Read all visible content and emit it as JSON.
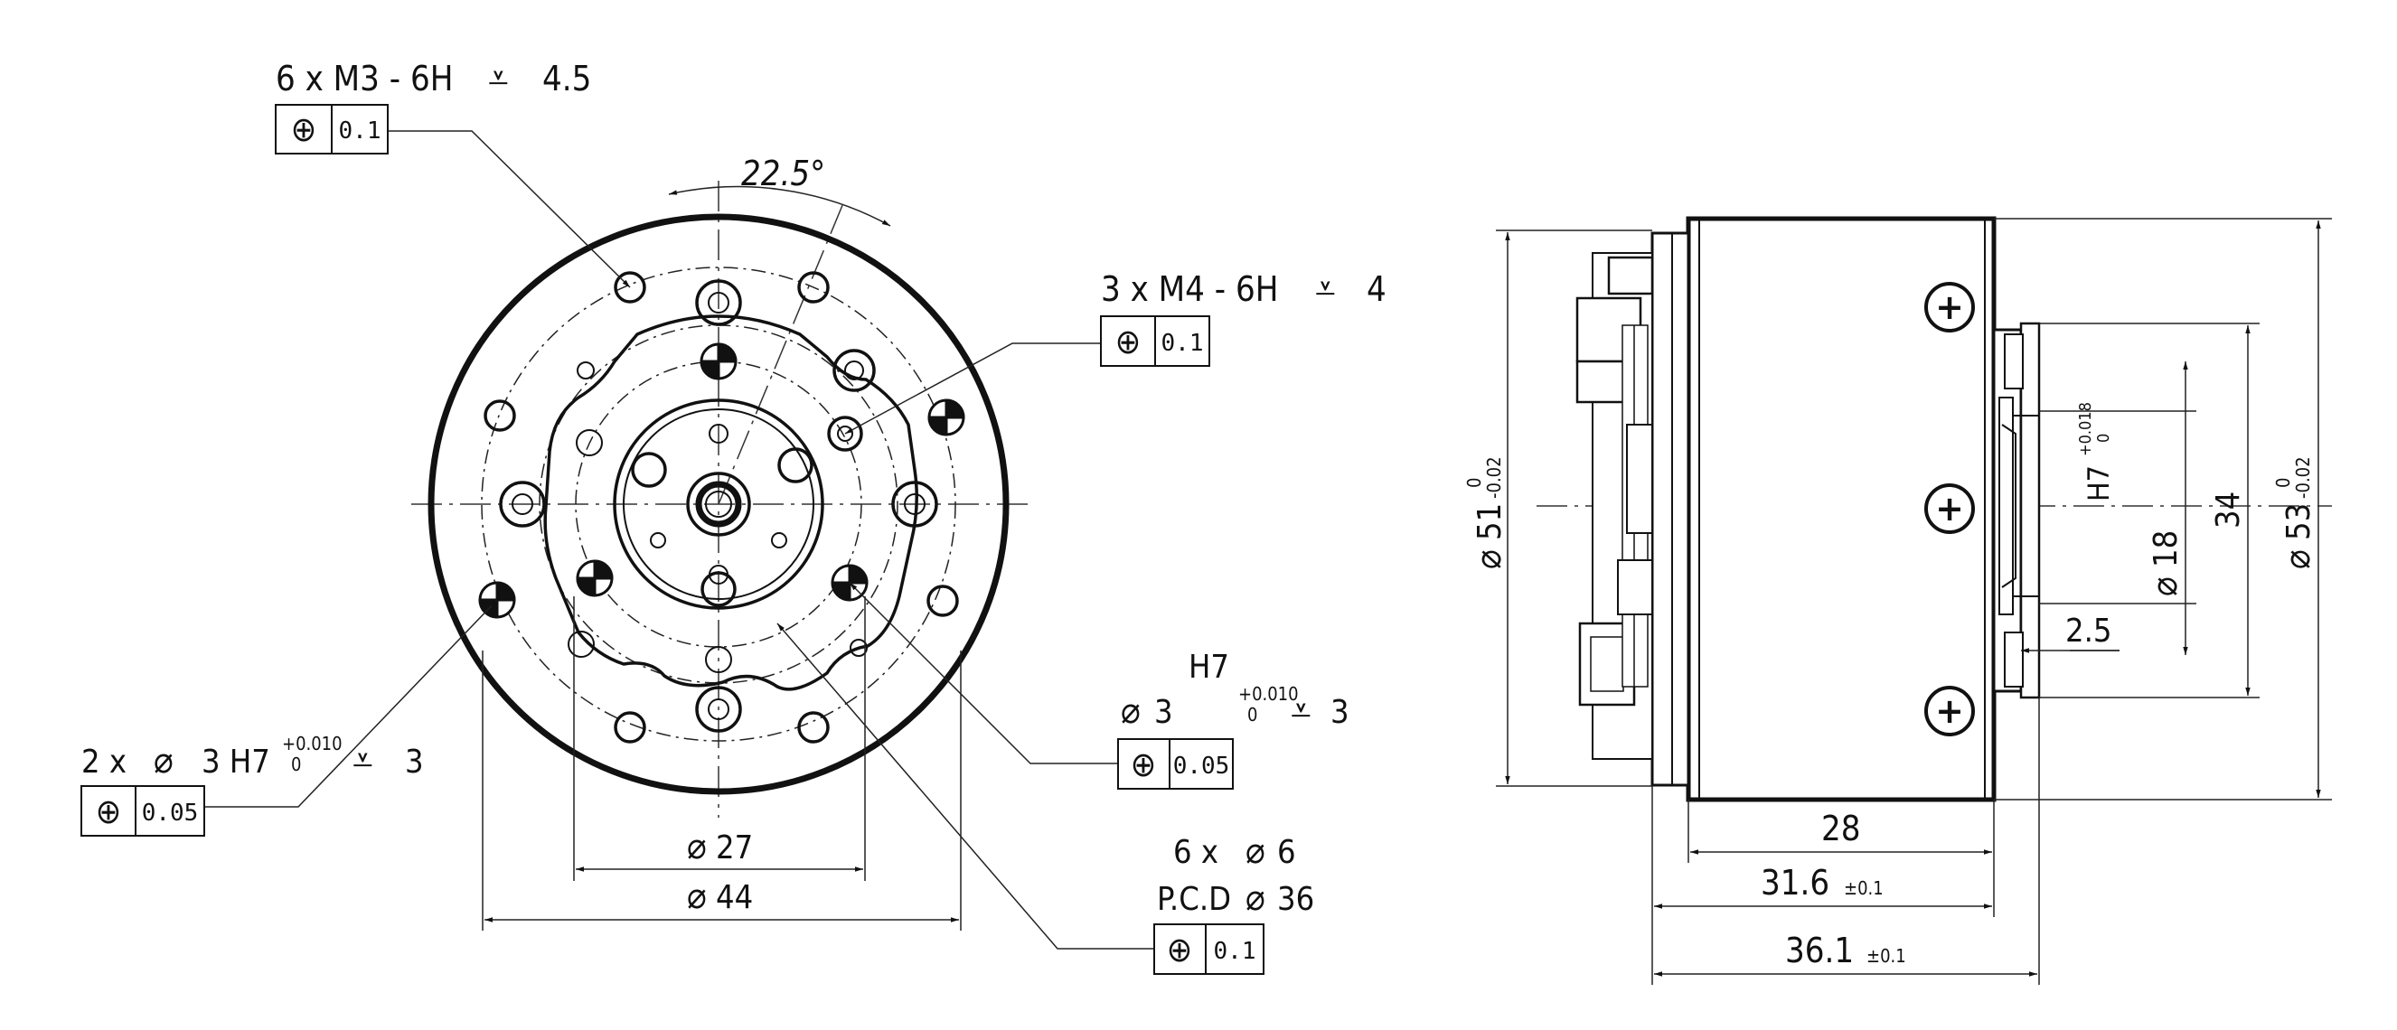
{
  "front_view": {
    "note_m3": "6 x  M3 - 6H",
    "note_m3_depth": "4.5",
    "fcf_m3": "0.1",
    "angle": "22.5°",
    "note_m4": "3 x  M4 - 6H",
    "note_m4_depth": "4",
    "fcf_m4": "0.1",
    "note_pin_h7": "H7",
    "note_pin_dia": "3",
    "note_pin_tol_upper": "+0.010",
    "note_pin_tol_lower": "0",
    "note_pin_depth": "3",
    "fcf_pin": "0.05",
    "note_dowel": "2 x",
    "note_dowel_dia": "3 H7",
    "note_dowel_tol_upper": "+0.010",
    "note_dowel_tol_lower": "0",
    "note_dowel_depth": "3",
    "fcf_dowel": "0.05",
    "dim_inner": "27",
    "dim_outer": "44",
    "note_holes": "6 x",
    "note_holes_dia": "6",
    "note_pcd": "P.C.D",
    "note_pcd_dia": "36",
    "fcf_holes": "0.1"
  },
  "side_view": {
    "dim_left_dia": "51",
    "dim_left_tol_upper": "0",
    "dim_left_tol_lower": "-0.02",
    "dim_right_dia": "53",
    "dim_right_tol_upper": "0",
    "dim_right_tol_lower": "-0.02",
    "dim_bore_dia": "18",
    "dim_bore_fit": "H7",
    "dim_bore_tol_upper": "+0.018",
    "dim_bore_tol_lower": "0",
    "dim_34": "34",
    "dim_2_5": "2.5",
    "dim_28": "28",
    "dim_31_6": "31.6",
    "dim_31_6_tol": "±0.1",
    "dim_36_1": "36.1",
    "dim_36_1_tol": "±0.1"
  }
}
